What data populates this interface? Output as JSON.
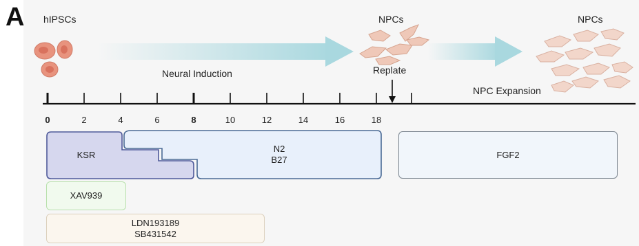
{
  "panel_label": "A",
  "stages": {
    "start": "hIPSCs",
    "mid": "NPCs",
    "end": "NPCs"
  },
  "phases": {
    "induction": "Neural Induction",
    "replate": "Replate",
    "expansion": "NPC Expansion"
  },
  "timeline": {
    "ticks": [
      {
        "day": 0,
        "label": "0",
        "major": true
      },
      {
        "day": 2,
        "label": "2",
        "major": false
      },
      {
        "day": 4,
        "label": "4",
        "major": false
      },
      {
        "day": 6,
        "label": "6",
        "major": false
      },
      {
        "day": 8,
        "label": "8",
        "major": true
      },
      {
        "day": 10,
        "label": "10",
        "major": false
      },
      {
        "day": 12,
        "label": "12",
        "major": false
      },
      {
        "day": 14,
        "label": "14",
        "major": false
      },
      {
        "day": 16,
        "label": "16",
        "major": false
      },
      {
        "day": 18,
        "label": "18",
        "major": false
      }
    ]
  },
  "media": {
    "ksr": "KSR",
    "n2_line1": "N2",
    "n2_line2": "B27",
    "fgf2": "FGF2"
  },
  "compounds": {
    "xav": "XAV939",
    "ldn": "LDN193189",
    "sb": "SB431542"
  },
  "colors": {
    "ksr_fill": "#d6d7ee",
    "ksr_stroke": "#4f5a9a",
    "n2_fill": "#e8f0fb",
    "n2_stroke": "#4a6a95",
    "fgf2_fill": "#f1f6fb",
    "fgf2_stroke": "#7d8791",
    "xav_fill": "#f1faee",
    "xav_stroke": "#b8e0ac",
    "ldn_fill": "#fbf6ee",
    "ldn_stroke": "#dcd0bd",
    "arrow": "#a9d8df",
    "cell_ipsc": "#e8937e",
    "cell_npc": "#efc8b8"
  }
}
